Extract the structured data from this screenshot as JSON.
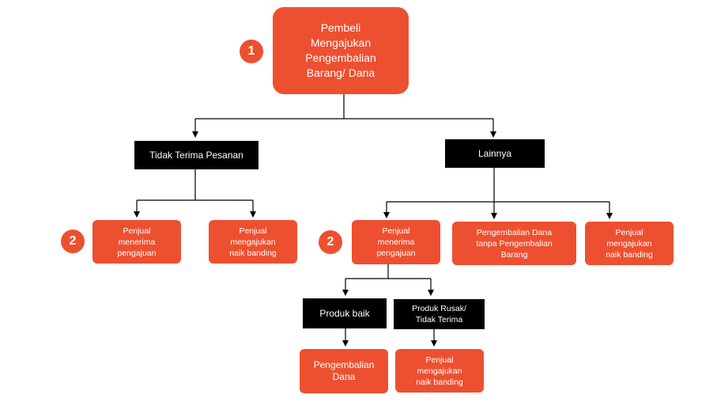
{
  "colors": {
    "orange": "#ed5030",
    "black": "#000000",
    "line": "#000000"
  },
  "root": {
    "label": "Pembeli\nMengajukan\nPengembalian\nBarang/ Dana",
    "badge": "1"
  },
  "left": {
    "header": "Tidak Terima Pesanan",
    "accept": {
      "label": "Penjual\nmenerima\npengajuan",
      "badge": "2"
    },
    "appeal": "Penjual\nmengajukan\nnaik banding"
  },
  "right": {
    "header": "Lainnya",
    "accept": {
      "label": "Penjual\nmenerima\npengajuan",
      "badge": "2"
    },
    "refund_no_return": "Pengembalian Dana\ntanpa Pengembalian\nBarang",
    "appeal": "Penjual\nmengajukan\nnaik banding"
  },
  "sub": {
    "good": {
      "header": "Produk baik",
      "result": "Pengembalian\nDana"
    },
    "damaged": {
      "header": "Produk Rusak/\nTidak Terima",
      "result": "Penjual\nmengajukan\nnaik banding"
    }
  }
}
